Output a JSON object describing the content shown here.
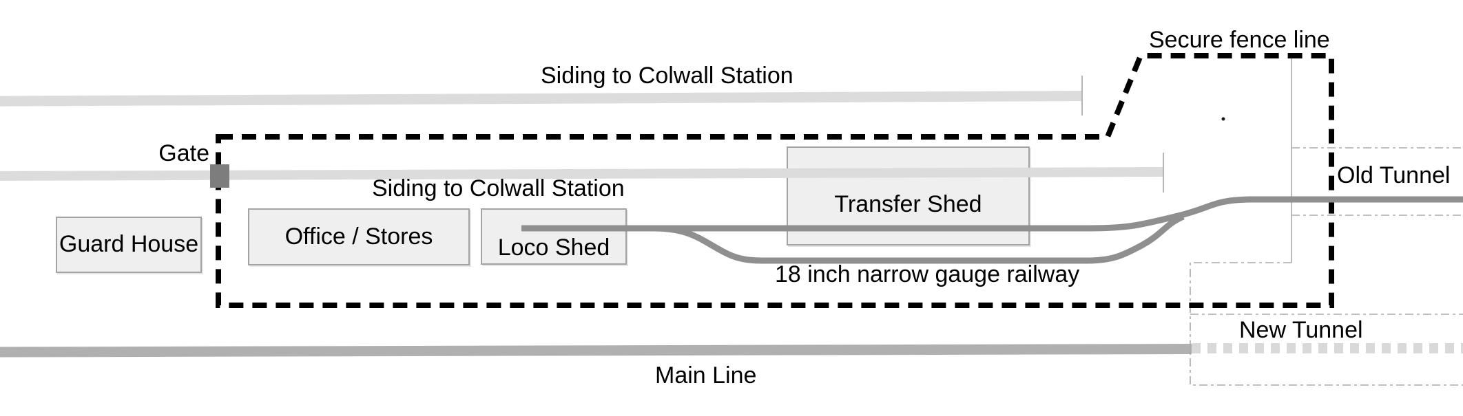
{
  "labels": {
    "siding_top": "Siding to Colwall Station",
    "siding_middle": "Siding to Colwall Station",
    "secure_fence": "Secure fence line",
    "gate": "Gate",
    "guard_house": "Guard House",
    "office_stores": "Office / Stores",
    "loco_shed": "Loco Shed",
    "transfer_shed": "Transfer Shed",
    "narrow_gauge": "18 inch narrow gauge railway",
    "old_tunnel": "Old Tunnel",
    "new_tunnel": "New Tunnel",
    "main_line": "Main Line"
  },
  "colors": {
    "background": "#ffffff",
    "siding_band": "#dcdcdc",
    "main_line_band": "#b0b0b0",
    "main_line_dashed": "#d9d9d9",
    "narrow_gauge_track": "#8f8f8f",
    "fence": "#000000",
    "gate": "#7d7d7d",
    "building_fill": "#efefef",
    "building_border": "#a3a3a3",
    "tunnel_outline": "#aaaaaa",
    "text": "#000000"
  }
}
